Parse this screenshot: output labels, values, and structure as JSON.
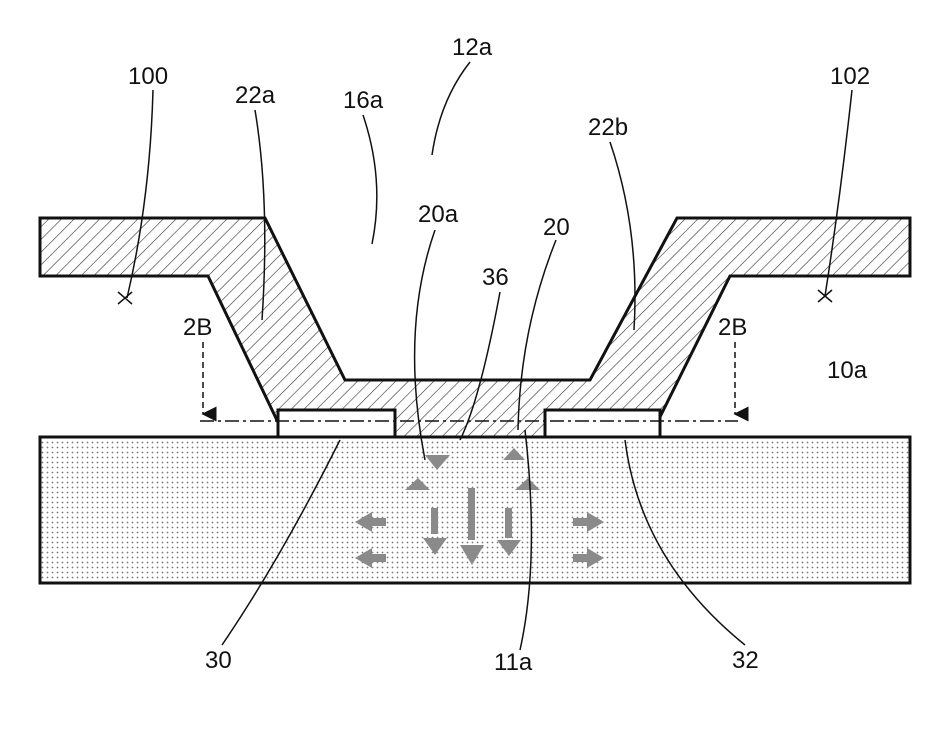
{
  "labels": {
    "l100": "100",
    "l102": "102",
    "l12a": "12a",
    "l16a": "16a",
    "l22a": "22a",
    "l22b": "22b",
    "l20a": "20a",
    "l20": "20",
    "l36": "36",
    "l10a": "10a",
    "l30": "30",
    "l11a": "11a",
    "l32": "32",
    "section_left": "2B",
    "section_right": "2B"
  },
  "colors": {
    "line": "#111111",
    "arrow": "#8a8a8a"
  }
}
